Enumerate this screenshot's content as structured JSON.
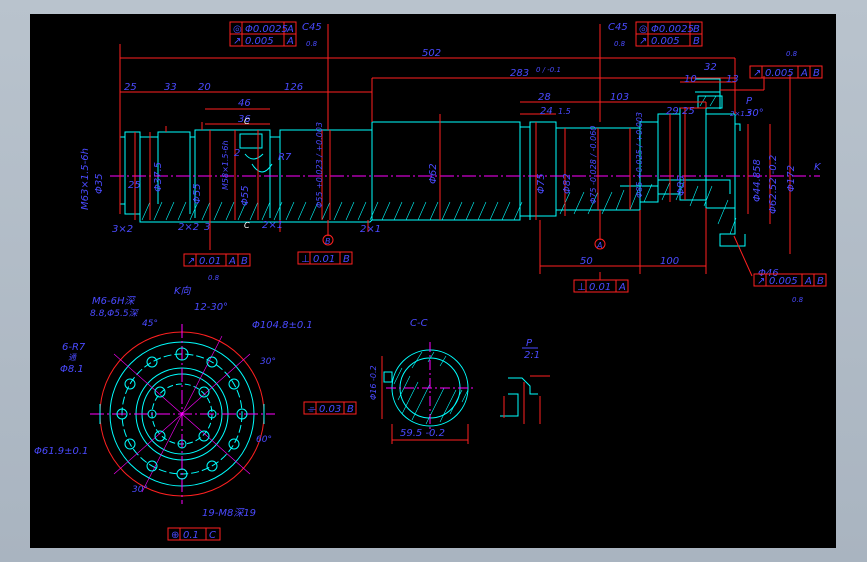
{
  "colors": {
    "background": "#000000",
    "frame": "#b9c3cd",
    "geometry": "#00ffff",
    "dimension": "#ff2020",
    "text": "#4a4aff",
    "centerline": "#ff00ff",
    "hatch": "#00ffff",
    "datum_text": "#ffff00"
  },
  "top_tolerances": {
    "left": {
      "symbol": "◎",
      "value": "Φ0.0025",
      "datum": "A",
      "row2_symbol": "↗",
      "row2_value": "0.005",
      "row2_datum": "A"
    },
    "right": {
      "symbol": "◎",
      "value": "Φ0.0025",
      "datum": "B",
      "row2_symbol": "↗",
      "row2_value": "0.005",
      "row2_datum": "B"
    },
    "chamfer_left": "C45",
    "chamfer_right": "C45",
    "roughness": "0.8"
  },
  "dimensions": {
    "overall": "502",
    "mid": "283",
    "mid_tol": "0 / -0.1",
    "d25": "25",
    "d33": "33",
    "d20a": "20",
    "d46": "46",
    "d36": "36",
    "d126": "126",
    "d28": "28",
    "d24": "24",
    "d16": "1.5",
    "d103": "103",
    "d10": "10",
    "d32": "32",
    "d13": "13",
    "d29": "29",
    "d25b": "25",
    "d50": "50",
    "d100": "100",
    "d3x2": "3×2",
    "d22": "2×2",
    "d25x": "25",
    "d2x1": "2×1",
    "d2x1b": "2×1",
    "d35": "35",
    "d46b": "Φ46",
    "d30deg": "30°",
    "chamfer": "2×1.5",
    "d5": "5",
    "angle": "30°",
    "r7": "R7",
    "d2": "2",
    "d3": "3"
  },
  "diameters": {
    "d1": "M63×1.5-6h",
    "d2": "Φ35",
    "d3": "Φ37.5",
    "d4": "Φ55",
    "d5": "Φ55",
    "d6": "Φ55 +0.023 / +0.003",
    "d7": "Φ62",
    "d8": "Φ75",
    "d9": "Φ75 -0.028 / -0.060",
    "d10": "Φ82",
    "d11": "Φ85 +0.025 / +0.003",
    "d12": "Φ85",
    "d13": "Φ44.858",
    "d14": "Φ62.52 -0.2",
    "d15": "Φ172",
    "d16": "M58×1.5-6h",
    "k": "K"
  },
  "labels": {
    "datum_b": "B",
    "datum_a": "A",
    "section_cc": "C-C",
    "detail_p": "P",
    "detail_p_scale": "2:1",
    "k_view": "K向",
    "section_cc_tol": "0.03",
    "section_cc_datum": "B",
    "section_cc_dim": "59.5 -0.2",
    "section_cc_slot": "Φ16 -0.2",
    "f_label": "P",
    "c_label": "C",
    "c_label2": "C"
  },
  "bottom_tolerances": {
    "left": {
      "symbol": "↗",
      "value": "0.01",
      "datum1": "A",
      "datum2": "B"
    },
    "mid": {
      "symbol": "⊥",
      "value": "0.01",
      "datum": "B"
    },
    "center": {
      "symbol": "⊥",
      "value": "0.01",
      "datum": "A"
    },
    "right": {
      "symbol": "↗",
      "value": "0.005",
      "datum1": "A",
      "datum2": "B"
    },
    "top_right": {
      "symbol": "↗",
      "value": "0.005",
      "datum1": "A",
      "datum2": "B"
    },
    "flange": {
      "symbol": "⊕",
      "value": "0.1",
      "datum": "C"
    },
    "roughness_0": "0.8"
  },
  "k_view": {
    "title": "K向",
    "thread": "M6-6H深",
    "thread2": "8.8,Φ5.5深",
    "angle": "12-30°",
    "bolt_circle": "Φ104.8±0.1",
    "r7": "6-R7",
    "r7_2": "通",
    "d61": "Φ61.9±0.1",
    "d5": "Φ8.1",
    "holes": "19-M8深19",
    "deg30": "30°",
    "deg30b": "30°",
    "deg45": "45°",
    "deg60": "60°"
  }
}
